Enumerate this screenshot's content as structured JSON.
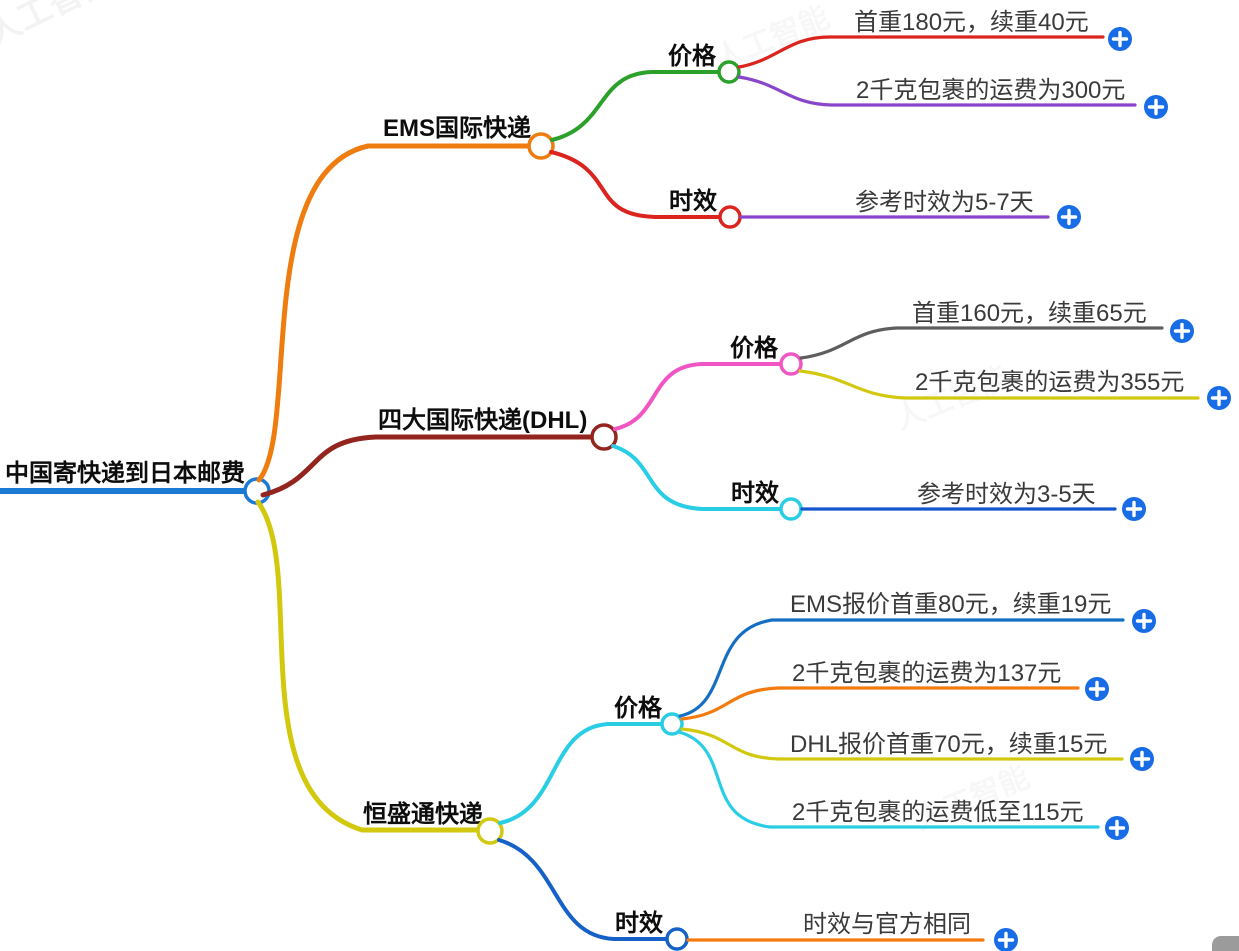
{
  "root": {
    "label": "中国寄快递到日本邮费",
    "line_color": "#1b7ad4"
  },
  "branches": [
    {
      "label": "EMS国际快递",
      "line_color": "#ee7c0e",
      "children": [
        {
          "label": "价格",
          "line_color": "#2ba02b",
          "leaves": [
            {
              "label": "首重180元，续重40元",
              "line_color": "#dc241f"
            },
            {
              "label": "2千克包裹的运费为300元",
              "line_color": "#8a46ca"
            }
          ]
        },
        {
          "label": "时效",
          "line_color": "#dc241f",
          "leaves": [
            {
              "label": "参考时效为5-7天",
              "line_color": "#8a46ca"
            }
          ]
        }
      ]
    },
    {
      "label": "四大国际快递(DHL)",
      "line_color": "#93251e",
      "children": [
        {
          "label": "价格",
          "line_color": "#f155c4",
          "leaves": [
            {
              "label": "首重160元，续重65元",
              "line_color": "#5e5e5e"
            },
            {
              "label": "2千克包裹的运费为355元",
              "line_color": "#d2c90f"
            }
          ]
        },
        {
          "label": "时效",
          "line_color": "#29cde4",
          "leaves": [
            {
              "label": "参考时效为3-5天",
              "line_color": "#1456ce"
            }
          ]
        }
      ]
    },
    {
      "label": "恒盛通快递",
      "line_color": "#d2c90f",
      "children": [
        {
          "label": "价格",
          "line_color": "#29cde4",
          "leaves": [
            {
              "label": "EMS报价首重80元，续重19元",
              "line_color": "#146fc4"
            },
            {
              "label": "2千克包裹的运费为137元",
              "line_color": "#f57a0d"
            },
            {
              "label": "DHL报价首重70元，续重15元",
              "line_color": "#d2c90f"
            },
            {
              "label": "2千克包裹的运费低至115元",
              "line_color": "#29cde4"
            }
          ]
        },
        {
          "label": "时效",
          "line_color": "#1561c8",
          "leaves": [
            {
              "label": "时效与官方相同",
              "line_color": "#f57a0d"
            }
          ]
        }
      ]
    }
  ],
  "add_button": {
    "icon": "plus-in-circle",
    "fill_color": "#186de6",
    "glyph_color": "#ffffff"
  },
  "watermark": {
    "text": "人工智能"
  },
  "palette": {
    "node_text": "#0d0d0d",
    "leaf_text": "#3a3a3a",
    "node_fill": "#ffffff",
    "corner_badge": "#9b9b9b"
  }
}
